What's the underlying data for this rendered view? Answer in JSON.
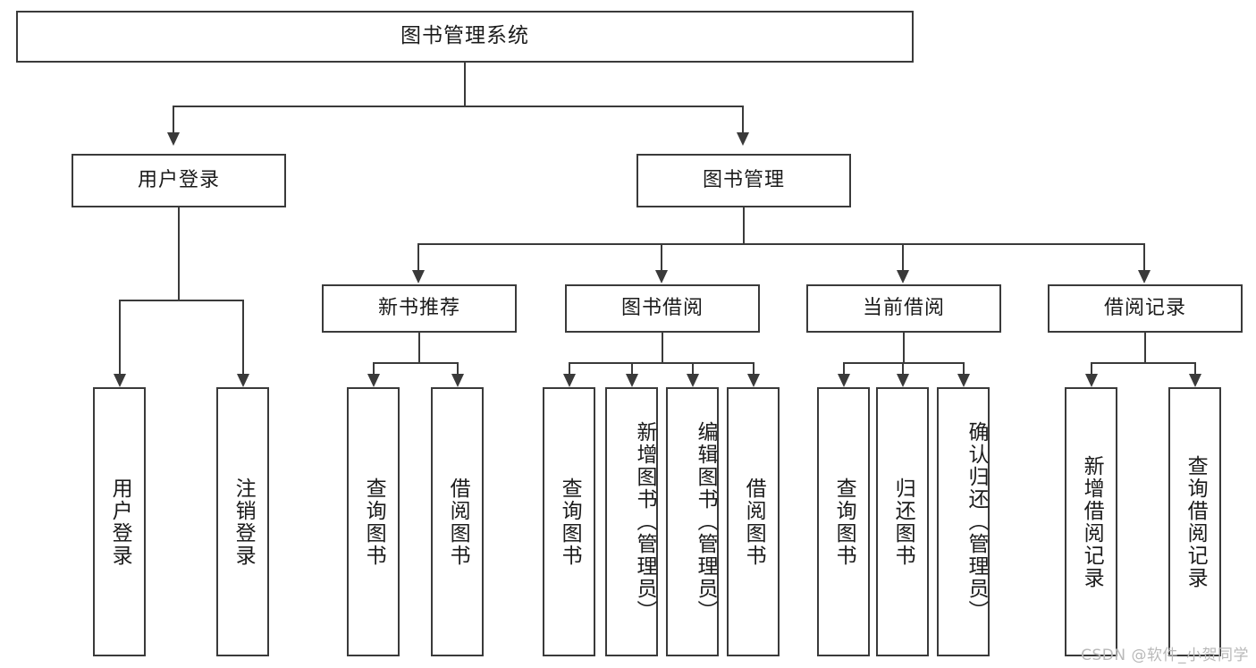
{
  "diagram": {
    "type": "tree-hierarchy",
    "title": "图书管理系统",
    "orientation": "top-down",
    "colors": {
      "box_border": "#3a3a3a",
      "box_fill": "#ffffff",
      "connector": "#3a3a3a",
      "text": "#1b1b1b",
      "watermark": "#b9b9b9",
      "background": "#ffffff"
    },
    "root": {
      "label": "图书管理系统"
    },
    "level2": [
      {
        "id": "user-login",
        "label": "用户登录"
      },
      {
        "id": "book-management",
        "label": "图书管理"
      }
    ],
    "level3": [
      {
        "id": "new-book-recommend",
        "label": "新书推荐"
      },
      {
        "id": "book-borrow",
        "label": "图书借阅"
      },
      {
        "id": "current-borrow",
        "label": "当前借阅"
      },
      {
        "id": "borrow-record",
        "label": "借阅记录"
      }
    ],
    "leaves": {
      "user_login": [
        {
          "id": "leaf-user-login",
          "label": "用户登录"
        },
        {
          "id": "leaf-logout-login",
          "label": "注销登录"
        }
      ],
      "new_book_recommend": [
        {
          "id": "leaf-query-book-1",
          "label": "查询图书"
        },
        {
          "id": "leaf-borrow-book-1",
          "label": "借阅图书"
        }
      ],
      "book_borrow": [
        {
          "id": "leaf-query-book-2",
          "label": "查询图书"
        },
        {
          "id": "leaf-add-book",
          "label": "新增图书（管理员）"
        },
        {
          "id": "leaf-edit-book",
          "label": "编辑图书（管理员）"
        },
        {
          "id": "leaf-borrow-book-2",
          "label": "借阅图书"
        }
      ],
      "current_borrow": [
        {
          "id": "leaf-query-book-3",
          "label": "查询图书"
        },
        {
          "id": "leaf-return-book",
          "label": "归还图书"
        },
        {
          "id": "leaf-confirm-return",
          "label": "确认归还（管理员）"
        }
      ],
      "borrow_record": [
        {
          "id": "leaf-add-record",
          "label": "新增借阅记录"
        },
        {
          "id": "leaf-query-record",
          "label": "查询借阅记录"
        }
      ]
    }
  },
  "watermark": {
    "text": "CSDN @软件_小贺同学"
  }
}
